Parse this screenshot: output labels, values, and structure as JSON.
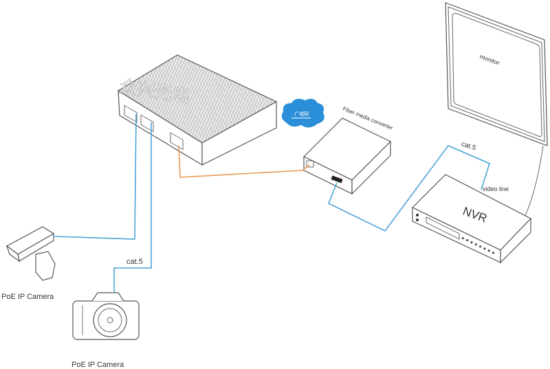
{
  "diagram": {
    "title": "PoE fiber network connection diagram",
    "watermark": "众兴光电",
    "colors": {
      "cat5_cable": "#4aa3d6",
      "fiber_cable": "#e59a55",
      "cloud": "#2a8fd8",
      "outline": "#555555"
    },
    "nodes": [
      {
        "id": "poe-switch",
        "label": ""
      },
      {
        "id": "internet-cloud",
        "label": "广域网"
      },
      {
        "id": "fiber-media-converter",
        "label": "Fiber media converter"
      },
      {
        "id": "nvr",
        "label": "NVR"
      },
      {
        "id": "monitor",
        "label": "monitor"
      },
      {
        "id": "ptz-camera",
        "label": "PoE IP Camera"
      },
      {
        "id": "dslr-camera",
        "label": "PoE IP Camera"
      }
    ],
    "edges": [
      {
        "from": "poe-switch",
        "to": "ptz-camera",
        "type": "cat5",
        "label": ""
      },
      {
        "from": "poe-switch",
        "to": "dslr-camera",
        "type": "cat5",
        "label": "cat.5"
      },
      {
        "from": "poe-switch",
        "to": "fiber-media-converter",
        "type": "fiber",
        "label": ""
      },
      {
        "from": "fiber-media-converter",
        "to": "nvr",
        "type": "cat5",
        "label": "cat.5"
      },
      {
        "from": "nvr",
        "to": "monitor",
        "type": "video",
        "label": "video line"
      }
    ]
  }
}
